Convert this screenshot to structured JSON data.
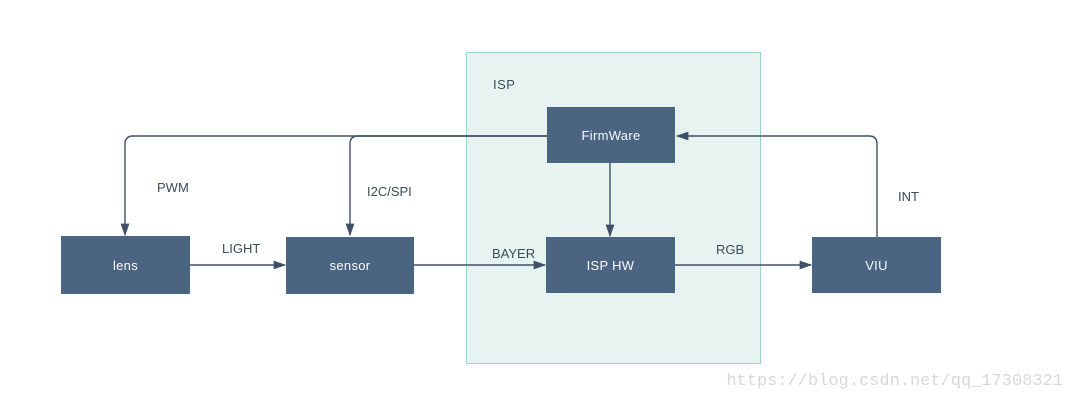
{
  "diagram": {
    "container": {
      "label": "ISP"
    },
    "nodes": [
      {
        "id": "lens",
        "label": "lens"
      },
      {
        "id": "sensor",
        "label": "sensor"
      },
      {
        "id": "firmware",
        "label": "FirmWare"
      },
      {
        "id": "isp_hw",
        "label": "ISP HW"
      },
      {
        "id": "viu",
        "label": "VIU"
      }
    ],
    "edges": [
      {
        "from": "lens",
        "to": "sensor",
        "label": "LIGHT"
      },
      {
        "from": "sensor",
        "to": "isp_hw",
        "label": "BAYER"
      },
      {
        "from": "isp_hw",
        "to": "viu",
        "label": "RGB"
      },
      {
        "from": "firmware",
        "to": "lens",
        "label": "PWM"
      },
      {
        "from": "firmware",
        "to": "sensor",
        "label": "I2C/SPI"
      },
      {
        "from": "viu",
        "to": "firmware",
        "label": "INT"
      },
      {
        "from": "firmware",
        "to": "isp_hw",
        "label": ""
      }
    ],
    "colors": {
      "node_fill": "#4a6481",
      "node_text": "#f7fafc",
      "line": "#3f5066",
      "container_fill": "#e6f3f1",
      "container_border": "#9ed3cd",
      "label_text": "#3b4b5c",
      "watermark_text": "#d8d8d8",
      "background": "#ffffff"
    }
  },
  "watermark": {
    "text": "https://blog.csdn.net/qq_17308321"
  }
}
